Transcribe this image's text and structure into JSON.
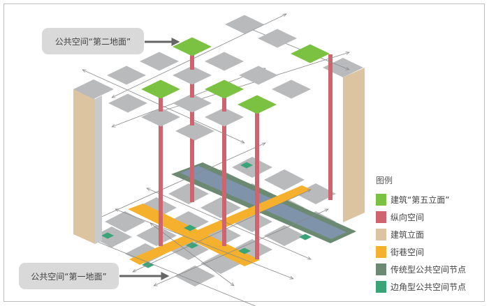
{
  "callouts": {
    "second_ground": "公共空间“第二地面”",
    "first_ground": "公共空间“第一地面”"
  },
  "legend": {
    "title": "图例",
    "items": [
      {
        "label": "建筑“第五立面”",
        "color": "#7cc242"
      },
      {
        "label": "纵向空间",
        "color": "#d0646e"
      },
      {
        "label": "建筑立面",
        "color": "#dcc4a0"
      },
      {
        "label": "街巷空间",
        "color": "#f5b12e"
      },
      {
        "label": "传统型公共空间节点",
        "color": "#6c8a72"
      },
      {
        "label": "边角型公共空间节点",
        "color": "#3aa478"
      }
    ]
  },
  "colors": {
    "roof_gray": "#b9babc",
    "river_blue": "#7f93ab",
    "arrow": "#8a8a8a",
    "callout_bg": "#d9d9d9"
  }
}
